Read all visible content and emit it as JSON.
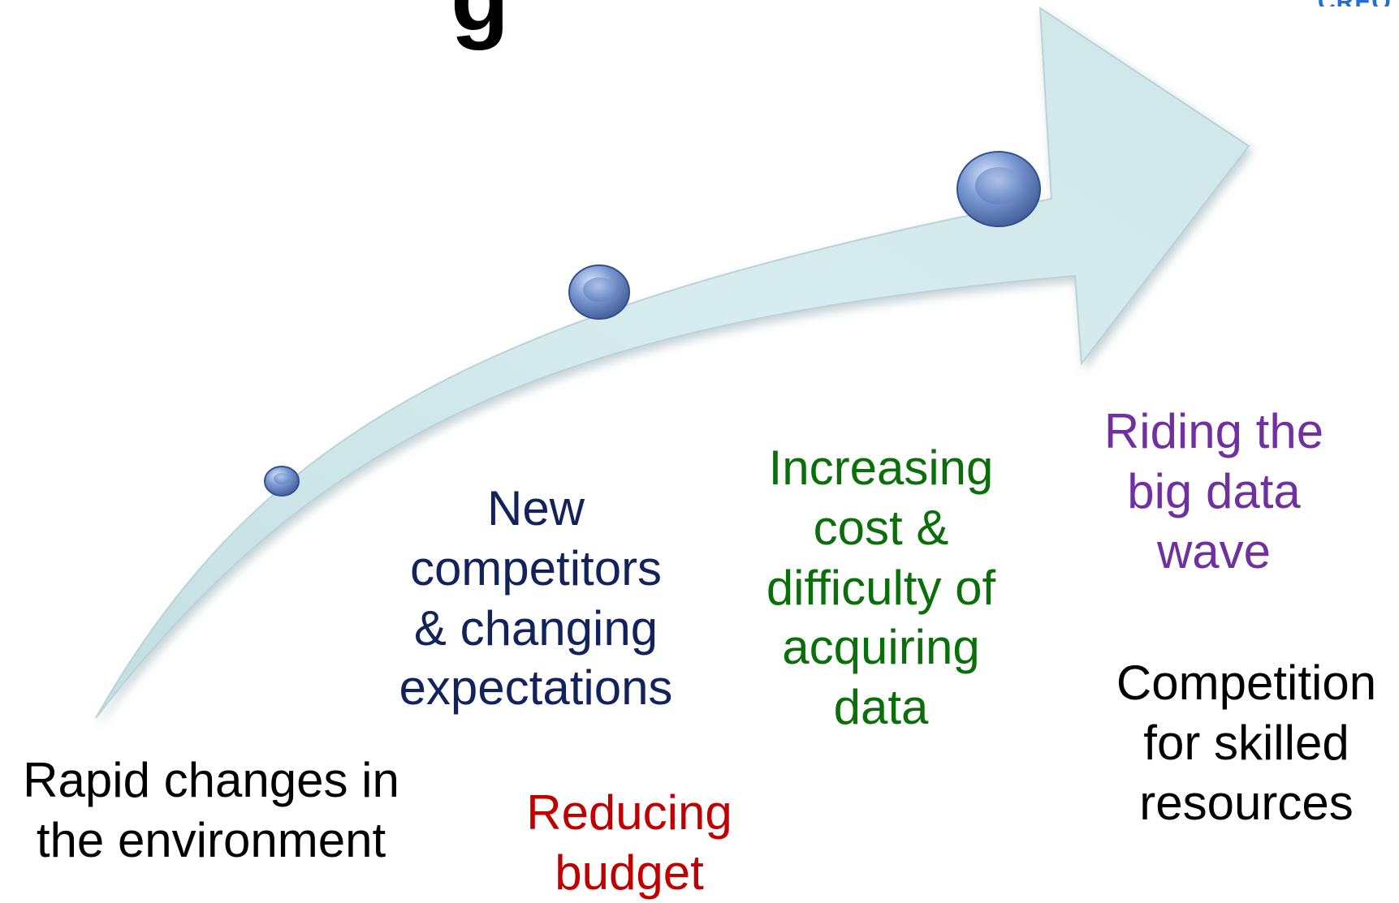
{
  "header": {
    "title_fragment": "g",
    "corner_fragment": "CREO"
  },
  "diagram": {
    "arrow_fill": "#d4eaec",
    "milestones": [
      {
        "name": "milestone-1"
      },
      {
        "name": "milestone-2"
      },
      {
        "name": "milestone-3"
      }
    ],
    "labels": [
      {
        "id": "rapid",
        "text": "Rapid changes in\nthe environment",
        "color": "#000000"
      },
      {
        "id": "new-competitors",
        "text": "New\ncompetitors\n& changing\nexpectations",
        "color": "#12235c"
      },
      {
        "id": "reducing",
        "text": "Reducing\nbudget",
        "color": "#c00000"
      },
      {
        "id": "increasing",
        "text": "Increasing\ncost &\ndifficulty of\nacquiring\ndata",
        "color": "#0a6e0a"
      },
      {
        "id": "riding",
        "text": "Riding the\nbig data\nwave",
        "color": "#7030a0"
      },
      {
        "id": "competition",
        "text": "Competition\nfor skilled\nresources",
        "color": "#000000"
      }
    ]
  }
}
